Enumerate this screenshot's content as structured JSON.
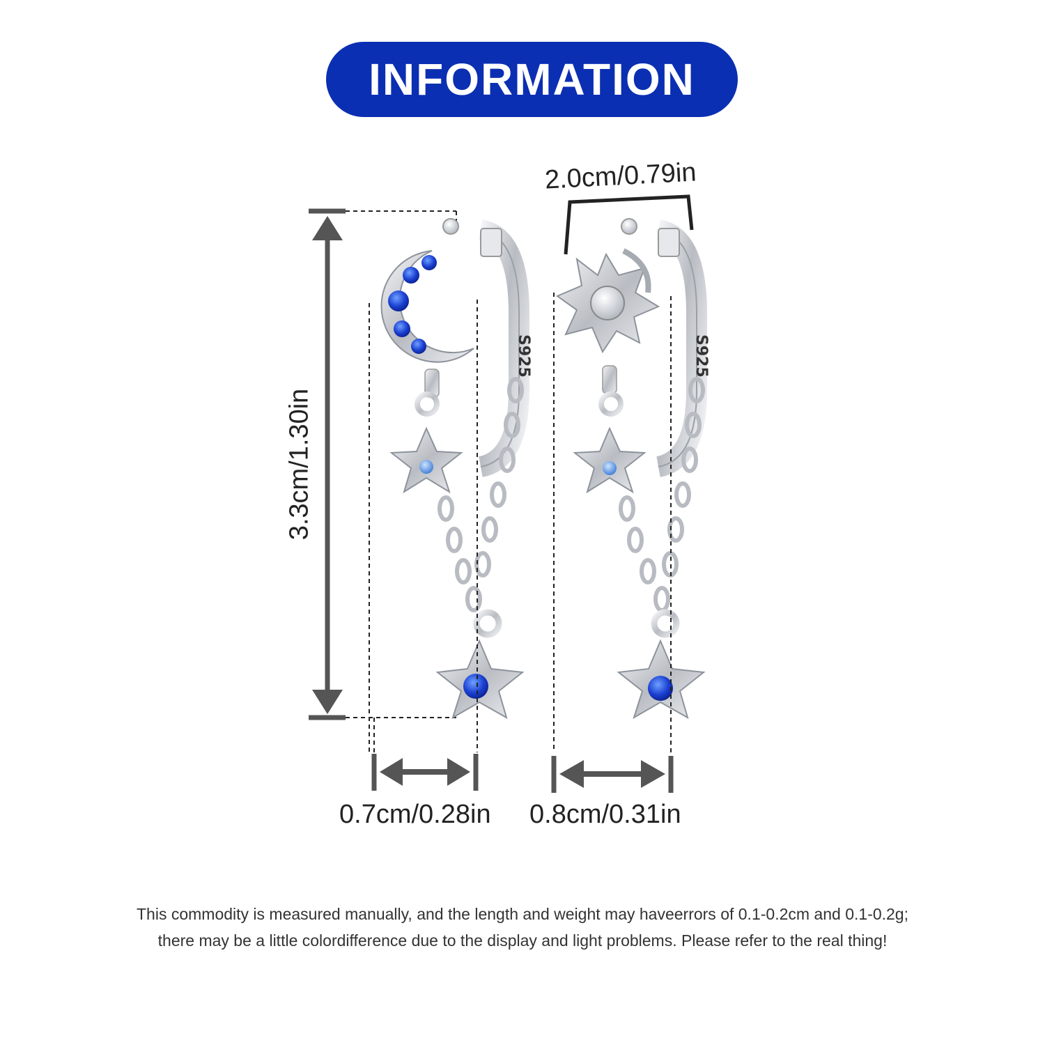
{
  "header": {
    "title": "INFORMATION"
  },
  "dimensions": {
    "height": "3.3cm/1.30in",
    "top_width": "2.0cm/0.79in",
    "left_width": "0.7cm/0.28in",
    "right_width": "0.8cm/0.31in"
  },
  "products": {
    "left_earring": {
      "stamp": "S925",
      "charm": "moon-icon",
      "stone_color": "#1a3fd1"
    },
    "right_earring": {
      "stamp": "S925",
      "charm": "sun-icon",
      "stone_color": "#1f6fe0"
    }
  },
  "notice": {
    "line1": "This commodity is measured manually, and the length and weight may haveerrors of 0.1-0.2cm and 0.1-0.2g;",
    "line2": "there may be a little colordifference due to the display and light problems. Please refer to the real thing!"
  },
  "colors": {
    "banner": "#0b2fb2",
    "arrow": "#555555",
    "silver": "#c9ccd1"
  }
}
